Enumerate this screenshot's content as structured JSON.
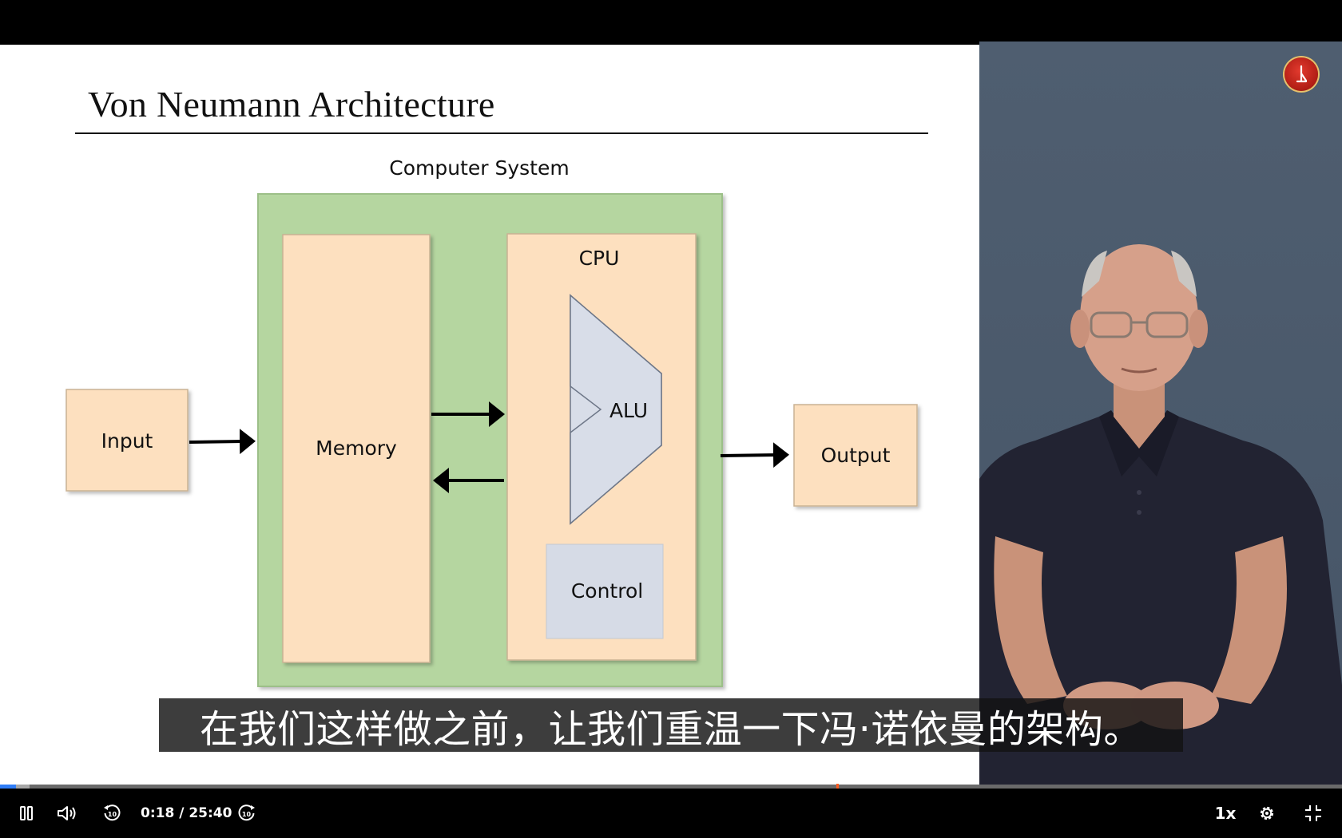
{
  "slide": {
    "title": "Von Neumann Architecture",
    "diagram": {
      "caption": "Computer System",
      "input_label": "Input",
      "memory_label": "Memory",
      "cpu_label": "CPU",
      "alu_label": "ALU",
      "control_label": "Control",
      "output_label": "Output",
      "colors": {
        "system_fill": "#b5d6a0",
        "block_fill": "#fde0bf",
        "alu_fill": "#d8dde8",
        "control_fill": "#d6dbe6"
      }
    }
  },
  "subtitle": {
    "text": "在我们这样做之前，让我们重温一下冯·诺依曼的架构。"
  },
  "player": {
    "current_time": "0:18",
    "duration": "25:40",
    "played_fraction": 0.0117,
    "buffered_fraction": 0.0223,
    "speed_label": "1x",
    "icons": {
      "pause": "pause-icon",
      "volume": "volume-icon",
      "rewind": "rewind-10-icon",
      "forward": "forward-10-icon",
      "settings": "gear-icon",
      "exit_fullscreen": "exit-fullscreen-icon"
    }
  }
}
